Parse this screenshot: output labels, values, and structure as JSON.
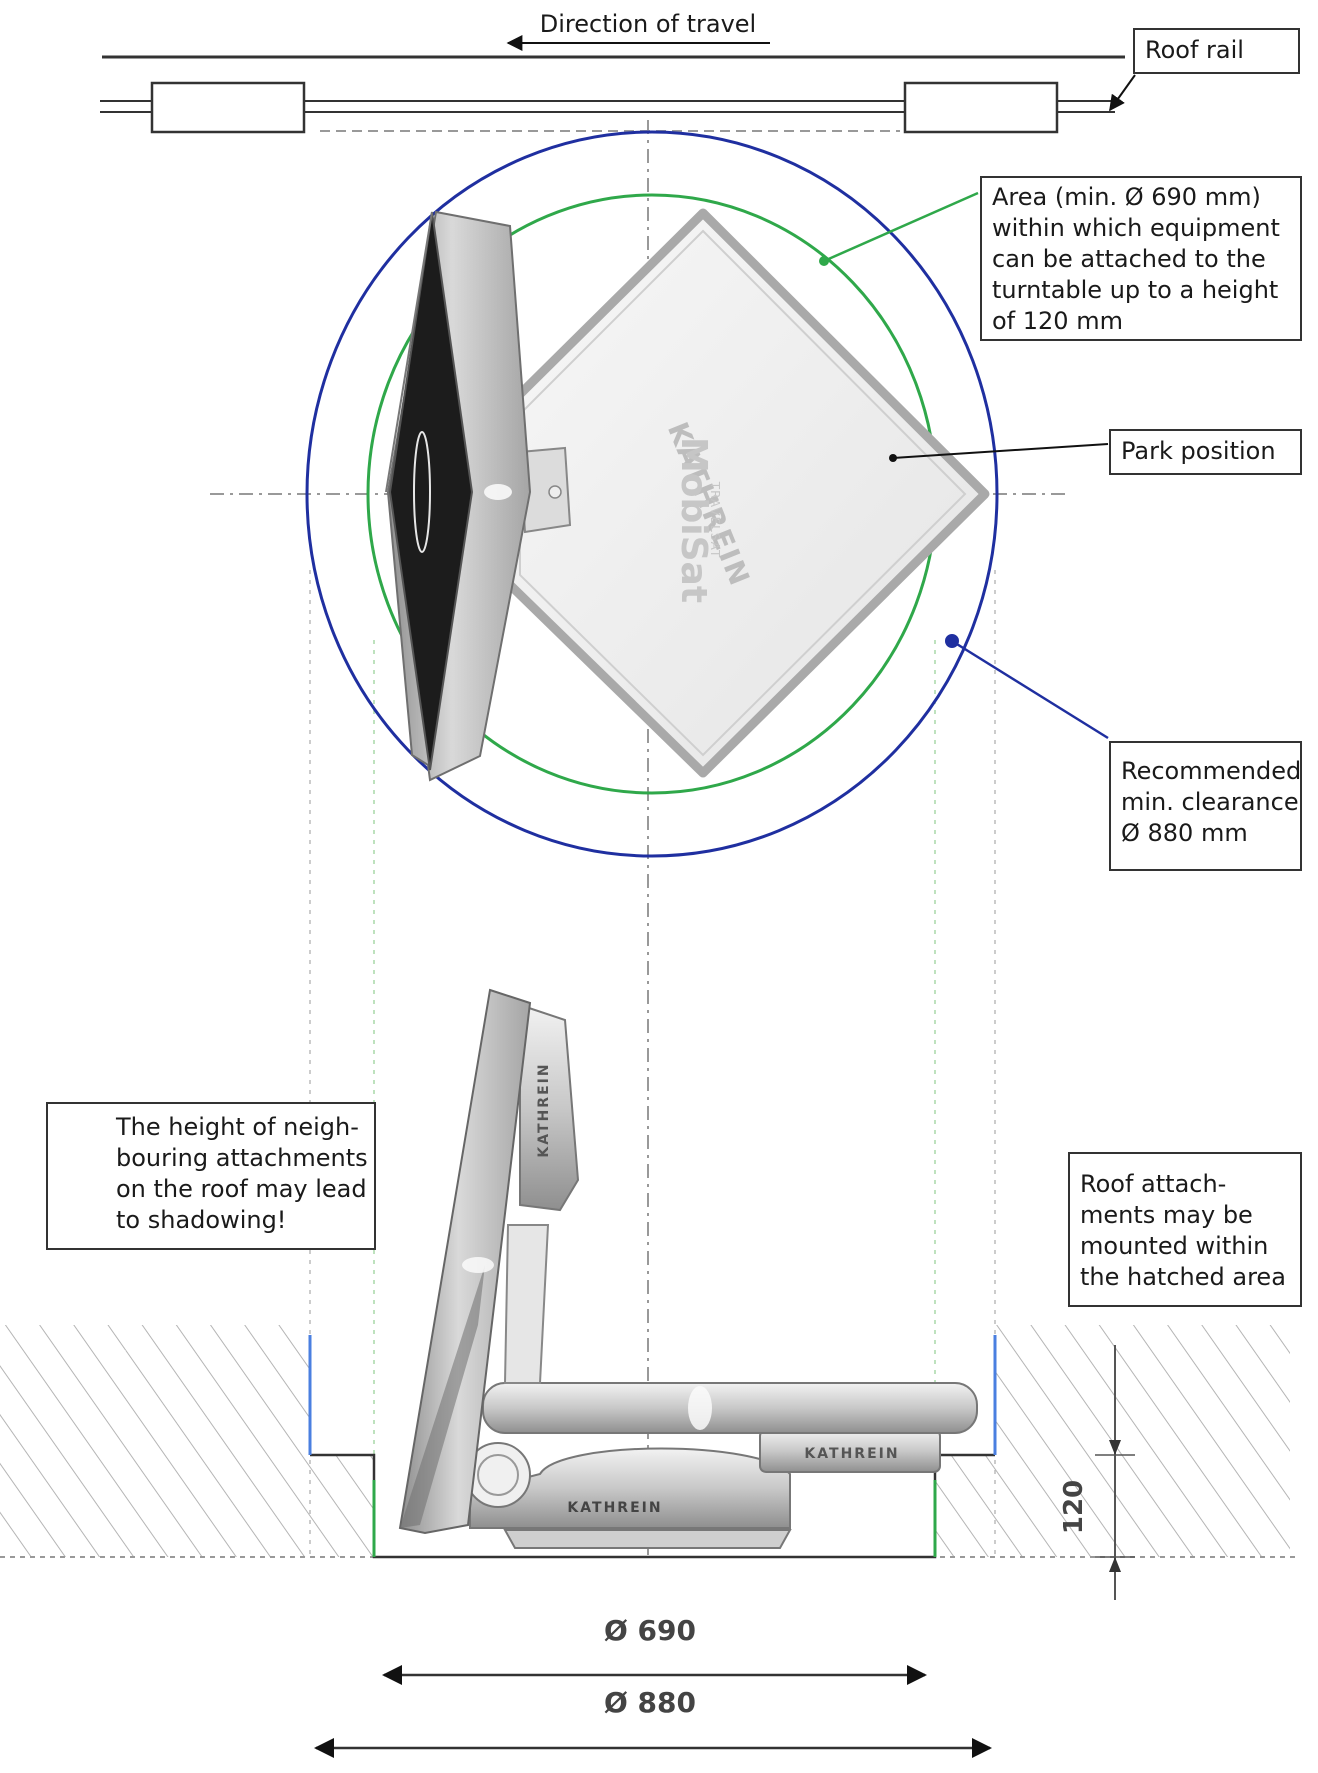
{
  "direction_label": "Direction of travel",
  "callouts": {
    "roof_rail": "Roof rail",
    "area": [
      "Area (min. Ø 690 mm)",
      "within which equipment",
      "can be attached to the",
      "turntable up to a height",
      "of 120 mm"
    ],
    "park_position": "Park position",
    "clearance": [
      "Recommended",
      "min. clearance",
      "Ø 880 mm"
    ],
    "shadowing": [
      "The height of neigh-",
      "bouring attachments",
      "on the roof may lead",
      "to shadowing!"
    ],
    "roof_attachments": [
      "Roof attach-",
      "ments may be",
      "mounted within",
      "the hatched area"
    ]
  },
  "brand": {
    "logo_text": "KATHREIN",
    "product_text": "MobiSat",
    "product_subtext": "TRAVELSAT"
  },
  "dimensions": {
    "inner_diameter": "Ø 690",
    "outer_diameter": "Ø 880",
    "height": "120"
  },
  "colors": {
    "outer_circle": "#1f2fa0",
    "inner_circle": "#2fa84a",
    "outline": "#333333",
    "hatch": "#b5b5b5",
    "panel_dark": "#1c1c1c"
  }
}
